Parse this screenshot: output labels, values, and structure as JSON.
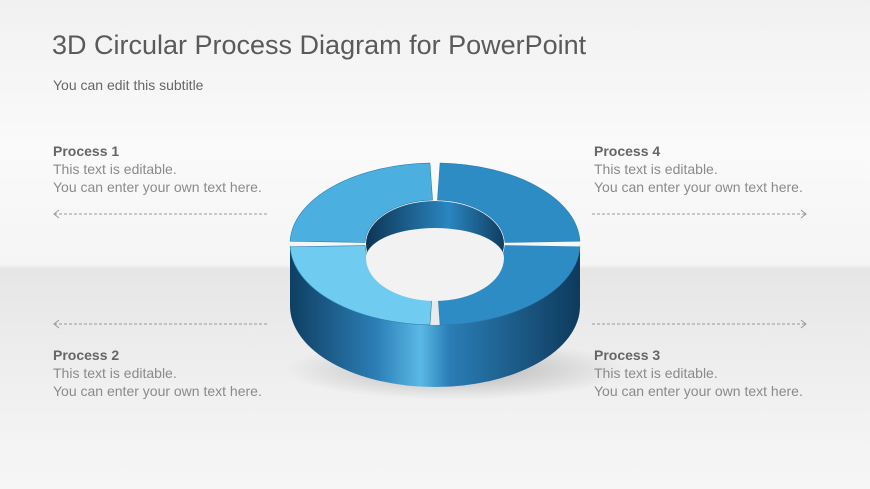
{
  "title": "3D Circular Process Diagram for PowerPoint",
  "subtitle": "You can edit this subtitle",
  "processes": [
    {
      "heading": "Process  1",
      "line1": "This text is editable.",
      "line2": "You can enter your own text here."
    },
    {
      "heading": "Process 2",
      "line1": "This text is editable.",
      "line2": "You can enter your own text here."
    },
    {
      "heading": "Process 3",
      "line1": "This text is editable.",
      "line2": "You can enter your own text here."
    },
    {
      "heading": "Process  4",
      "line1": "This text is editable.",
      "line2": "You can enter your own text here."
    }
  ],
  "colors": {
    "segment_light": "#6fcbf0",
    "segment_mid": "#4bb0e0",
    "segment_dark": "#2e8cc4",
    "side": "#1d5f8e"
  }
}
